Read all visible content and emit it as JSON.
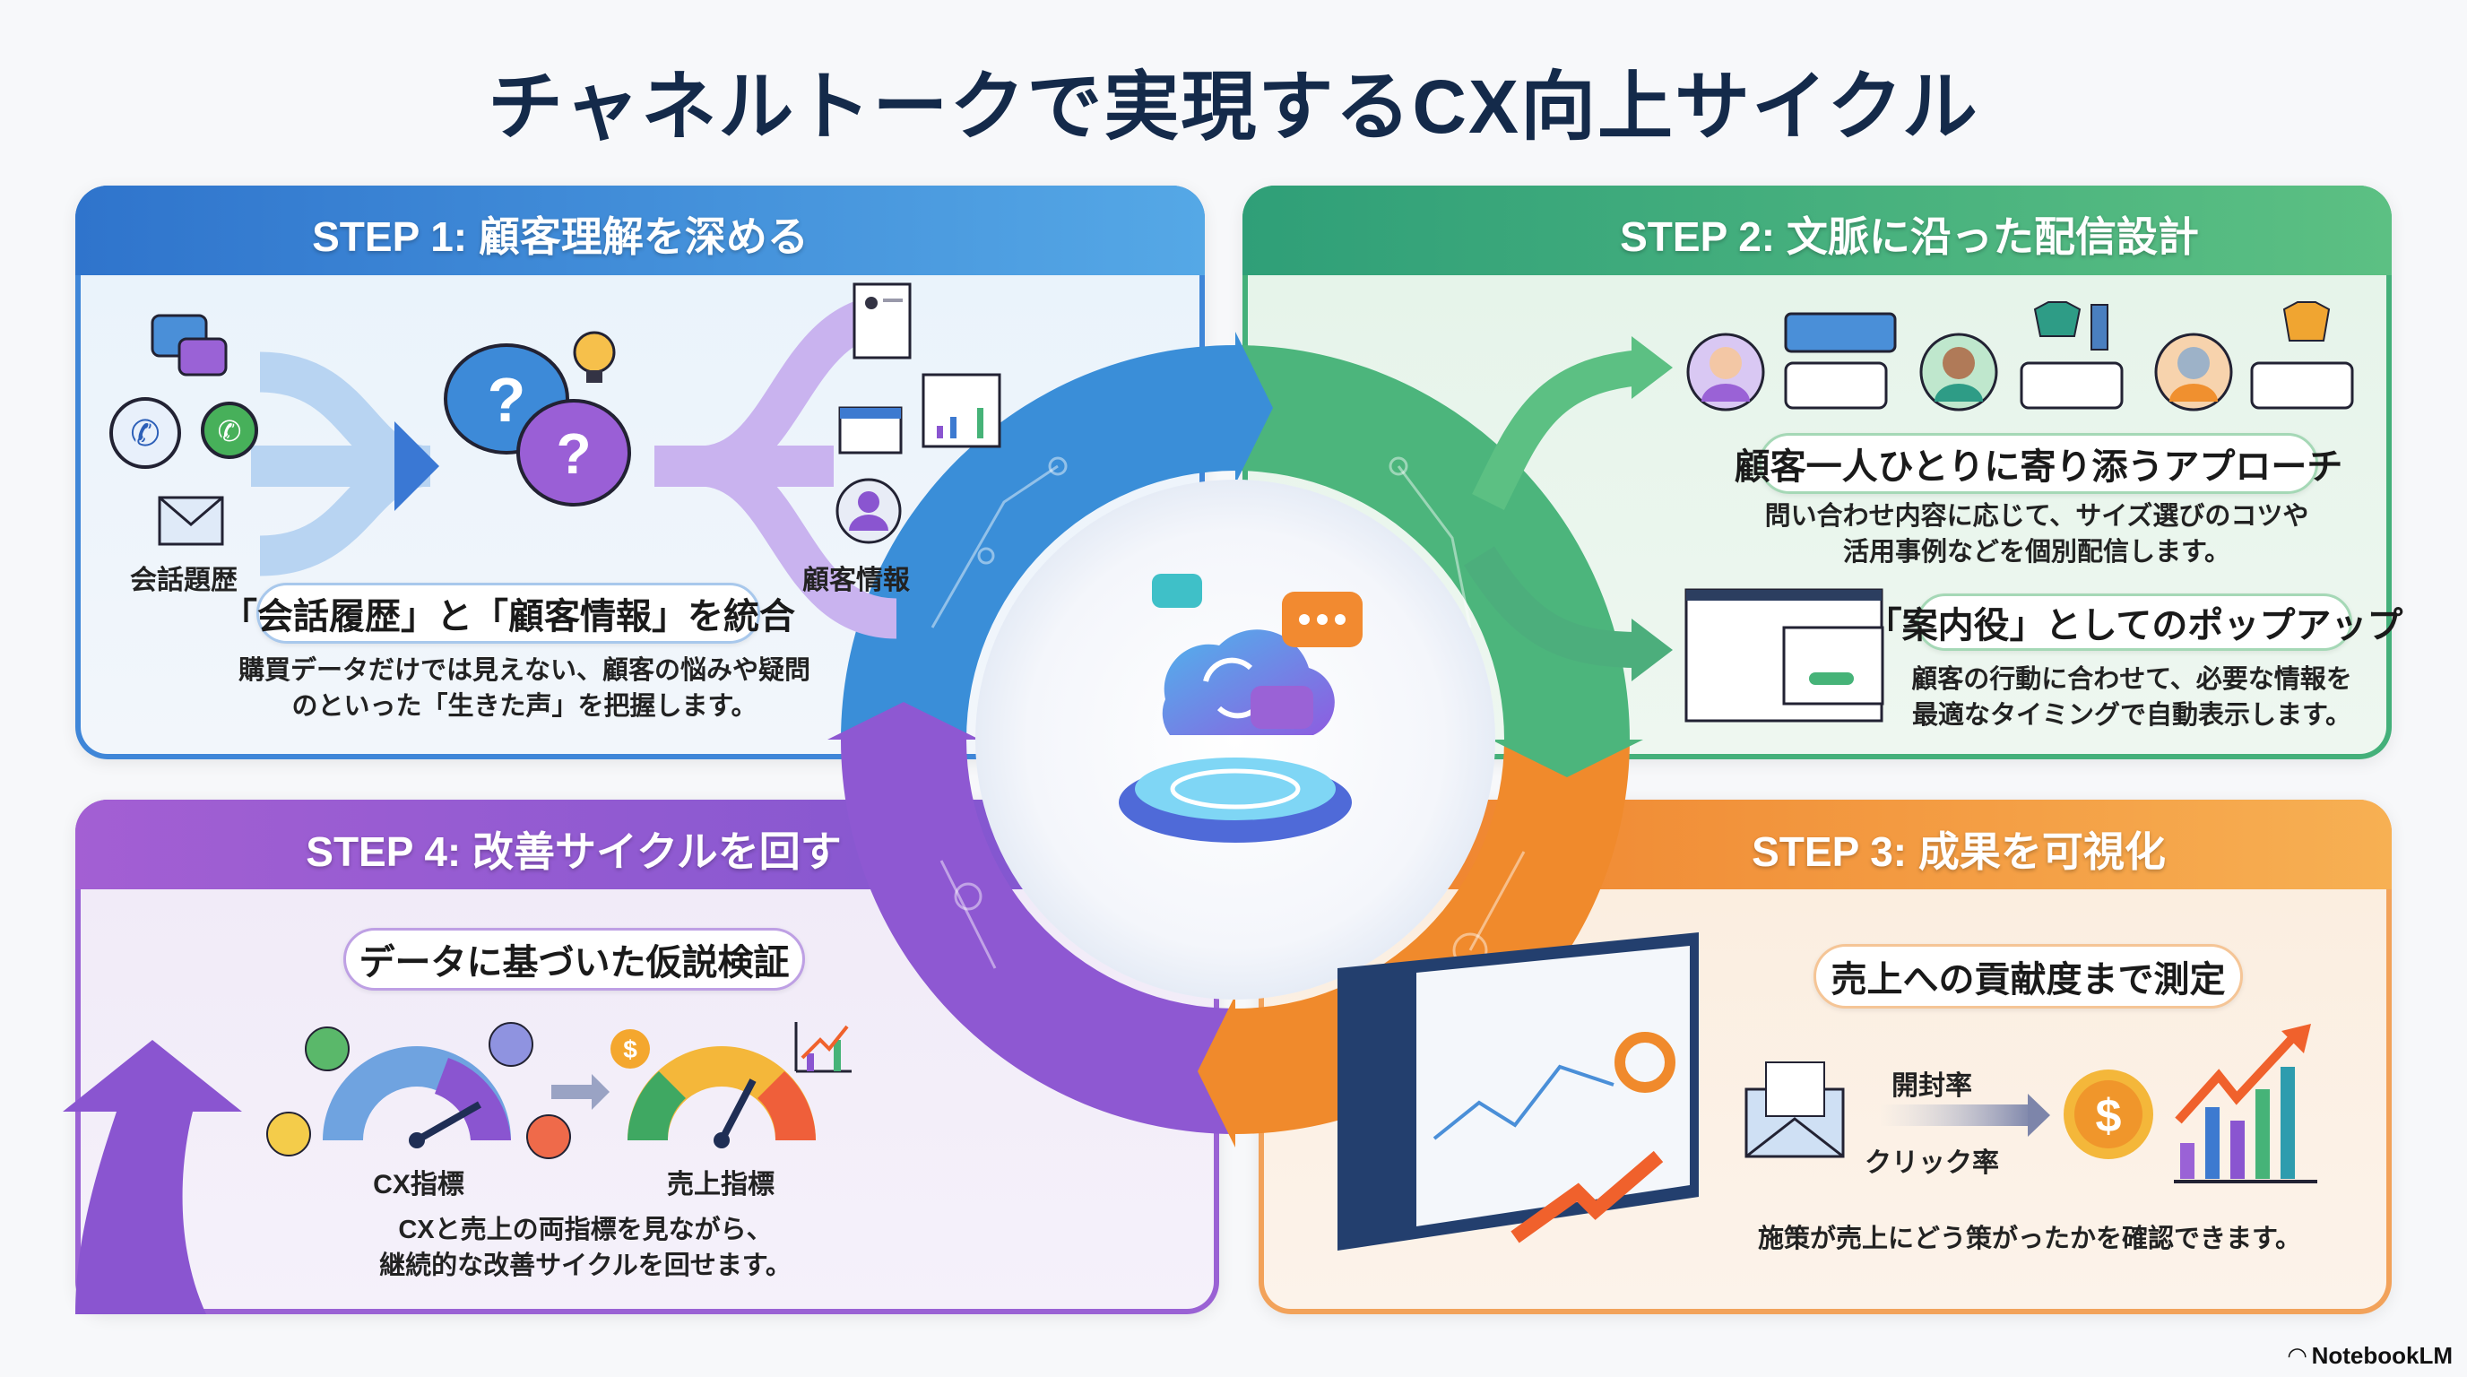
{
  "title": "チャネルトークで実現するCX向上サイクル",
  "colors": {
    "step1": "#3b82d6",
    "step2": "#46b378",
    "step3": "#f08a2c",
    "step4": "#8a55d0",
    "title": "#142a4a"
  },
  "step1": {
    "header": "STEP 1: 顧客理解を深める",
    "left_label": "会話題歴",
    "right_label": "顧客情報",
    "pill": "「会話履歴」と「顧客情報」を統合",
    "desc": [
      "購買データだけでは見えない、顧客の悩みや疑問",
      "のといった「生きた声」を把握します。"
    ],
    "icons": [
      "chat-bubbles-icon",
      "phone-icon",
      "whatsapp-icon",
      "envelope-icon",
      "question-bubble-icon",
      "lightbulb-icon",
      "profile-document-icon",
      "id-card-icon",
      "report-chart-icon",
      "user-avatar-icon"
    ]
  },
  "step2": {
    "header": "STEP 2: 文脈に沿った配信設計",
    "pill1": "顧客一人ひとりに寄り添うアプローチ",
    "desc1": [
      "問い合わせ内容に応じて、サイズ選びのコツや",
      "活用事例などを個別配信します。"
    ],
    "pill2": "「案内役」としてのポップアップ",
    "desc2": [
      "顧客の行動に合わせて、必要な情報を",
      "最適なタイミングで自動表示します。"
    ],
    "icons": [
      "woman-avatar-icon",
      "man-avatar-icon",
      "person-avatar-icon",
      "shirt-icon",
      "jeans-icon",
      "sweater-icon",
      "message-bubble-icon",
      "browser-popup-icon"
    ]
  },
  "step3": {
    "header": "STEP 3: 成果を可視化",
    "pill": "売上への貢献度まで測定",
    "open_rate": "開封率",
    "click_rate": "クリック率",
    "desc": "施策が売上にどう策がったかを確認できます。",
    "icons": [
      "dashboard-icon",
      "envelope-icon",
      "dollar-coin-icon",
      "growth-chart-icon"
    ]
  },
  "step4": {
    "header": "STEP 4: 改善サイクルを回す",
    "pill": "データに基づいた仮説検証",
    "cx_label": "CX指標",
    "sales_label": "売上指標",
    "desc": [
      "CXと売上の両指標を見ながら、",
      "継続的な改善サイクルを回せます。"
    ],
    "icons": [
      "smiley-icon",
      "sad-face-icon",
      "cx-gauge-icon",
      "sales-gauge-icon",
      "dollar-coin-icon",
      "mini-chart-icon"
    ]
  },
  "center": {
    "icon": "cloud-chat-hub-icon"
  },
  "brand": "NotebookLM"
}
